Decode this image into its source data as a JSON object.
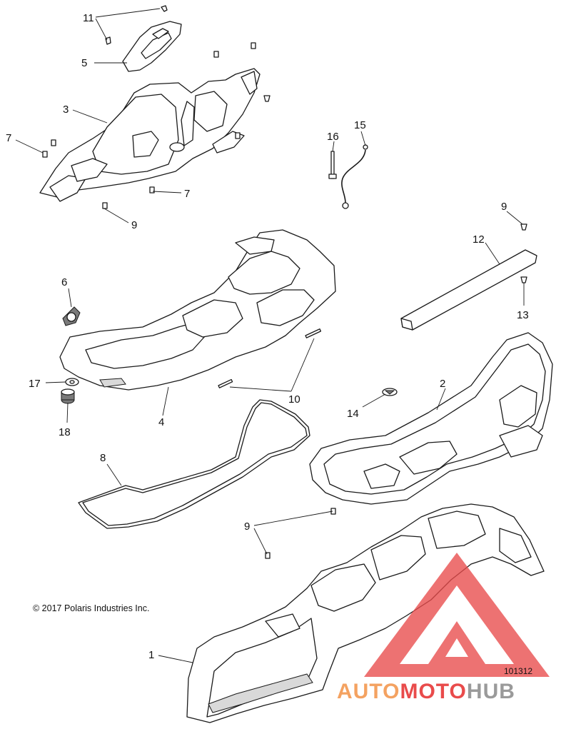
{
  "callouts": {
    "c1": "1",
    "c2": "2",
    "c3": "3",
    "c4": "4",
    "c5": "5",
    "c6": "6",
    "c7a": "7",
    "c7b": "7",
    "c8": "8",
    "c9a": "9",
    "c9b": "9",
    "c9c": "9",
    "c10": "10",
    "c11": "11",
    "c12": "12",
    "c13": "13",
    "c14": "14",
    "c15": "15",
    "c16": "16",
    "c17": "17",
    "c18": "18"
  },
  "copyright": "© 2017 Polaris Industries Inc.",
  "figure_id": "101312",
  "watermark": {
    "part1": "AUTO",
    "part2": "MOTO",
    "part3": "HUB",
    "color_orange": "#f4a261",
    "color_red": "#e94b4b",
    "color_gray": "#9a9a9a"
  }
}
